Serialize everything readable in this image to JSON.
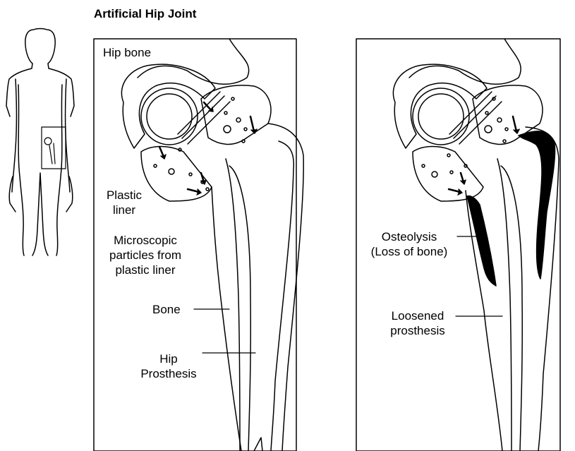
{
  "title": "Artificial Hip Joint",
  "left_panel": {
    "hip_bone": "Hip bone",
    "plastic_liner": [
      "Plastic",
      "liner"
    ],
    "particles": [
      "Microscopic",
      "particles from",
      "plastic liner"
    ],
    "bone": "Bone",
    "prosthesis": [
      "Hip",
      "Prosthesis"
    ]
  },
  "right_panel": {
    "osteolysis": [
      "Osteolysis",
      "(Loss of bone)"
    ],
    "loosened": [
      "Loosened",
      "prosthesis"
    ]
  },
  "colors": {
    "line": "#000000",
    "background": "#ffffff"
  }
}
